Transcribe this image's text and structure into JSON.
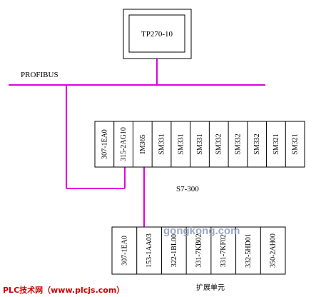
{
  "colors": {
    "wire": "#e000e0",
    "frame": "#000000",
    "background": "#ffffff",
    "watermark": "#9aa7c6",
    "credit": "#cc0000"
  },
  "hmi": {
    "label": "TP270-10"
  },
  "bus": {
    "label": "PROFIBUS"
  },
  "s7300": {
    "label": "S7-300",
    "modules": [
      "307-1EA0",
      "315-2AG10",
      "IM365",
      "SM331",
      "SM331",
      "SM331",
      "SM332",
      "SM332",
      "SM332",
      "SM321",
      "SM321"
    ]
  },
  "expansion": {
    "label": "扩展单元",
    "modules": [
      "307-1EA0",
      "153-1AA03",
      "322-1BL00",
      "331-7KB02",
      "331-7KF02",
      "332-5HD01",
      "350-2AH00"
    ]
  },
  "watermark": {
    "text": "gongkong.com"
  },
  "credit": {
    "text": "PLC技术网（www.plcjs.com）"
  }
}
